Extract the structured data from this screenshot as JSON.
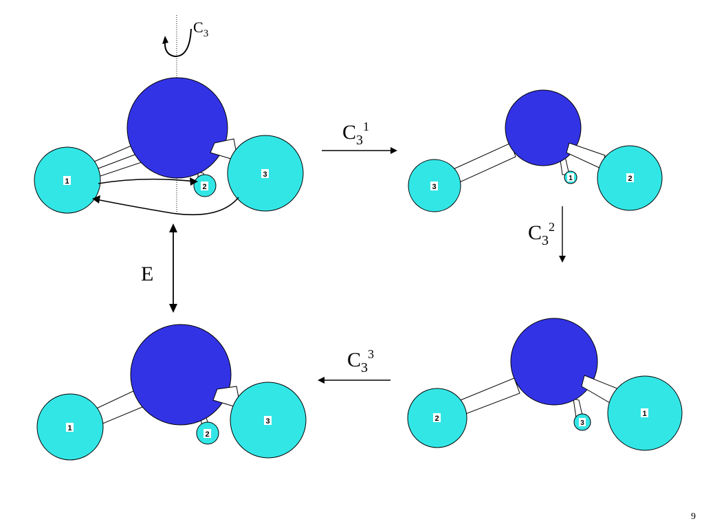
{
  "colors": {
    "central_atom": "#3333e6",
    "outer_atom": "#33e6e6",
    "bond_fill": "#ffffff",
    "outline": "#000000"
  },
  "axis": {
    "op": "C",
    "sub": "3"
  },
  "operations": {
    "c3_1": {
      "base": "C",
      "sub": "3",
      "sup": "1"
    },
    "c3_2": {
      "base": "C",
      "sub": "3",
      "sup": "2"
    },
    "c3_3": {
      "base": "C",
      "sub": "3",
      "sup": "3"
    },
    "identity": {
      "label": "E"
    }
  },
  "molecules": {
    "original": [
      "1",
      "2",
      "3"
    ],
    "after_c3_1": [
      "3",
      "1",
      "2"
    ],
    "after_c3_2": [
      "2",
      "3",
      "1"
    ],
    "after_c3_3": [
      "1",
      "2",
      "3"
    ]
  },
  "page_number": "9"
}
